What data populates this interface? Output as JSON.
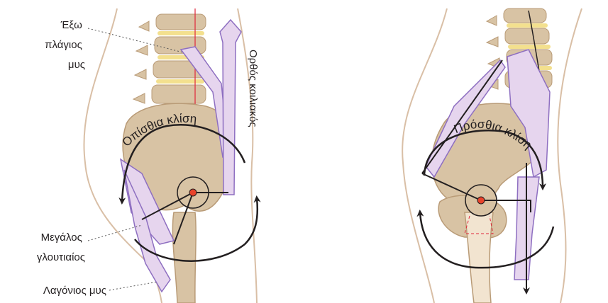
{
  "labels": {
    "external_oblique": [
      "Έξω",
      "πλάγιος",
      "μυς"
    ],
    "rectus_abdominis": "Ορθός κοιλιακός",
    "posterior_tilt": "Οπίσθια κλίση",
    "gluteus_maximus": [
      "Μεγάλος",
      "γλουτιαίος"
    ],
    "iliopsoas": "Λαγόνιος μυς",
    "anterior_tilt": "Πρόσθια κλίση"
  },
  "colors": {
    "skin_outline": "#d9bfa6",
    "bone": "#d8c3a4",
    "bone_dark": "#b99b77",
    "disc": "#f3e08e",
    "muscle_fill": "#e6d5ee",
    "muscle_stroke": "#8e6fc1",
    "arrow": "#231f20",
    "plumb_line": "#e0263a",
    "pivot": "#e8432b",
    "leader": "#555555"
  }
}
